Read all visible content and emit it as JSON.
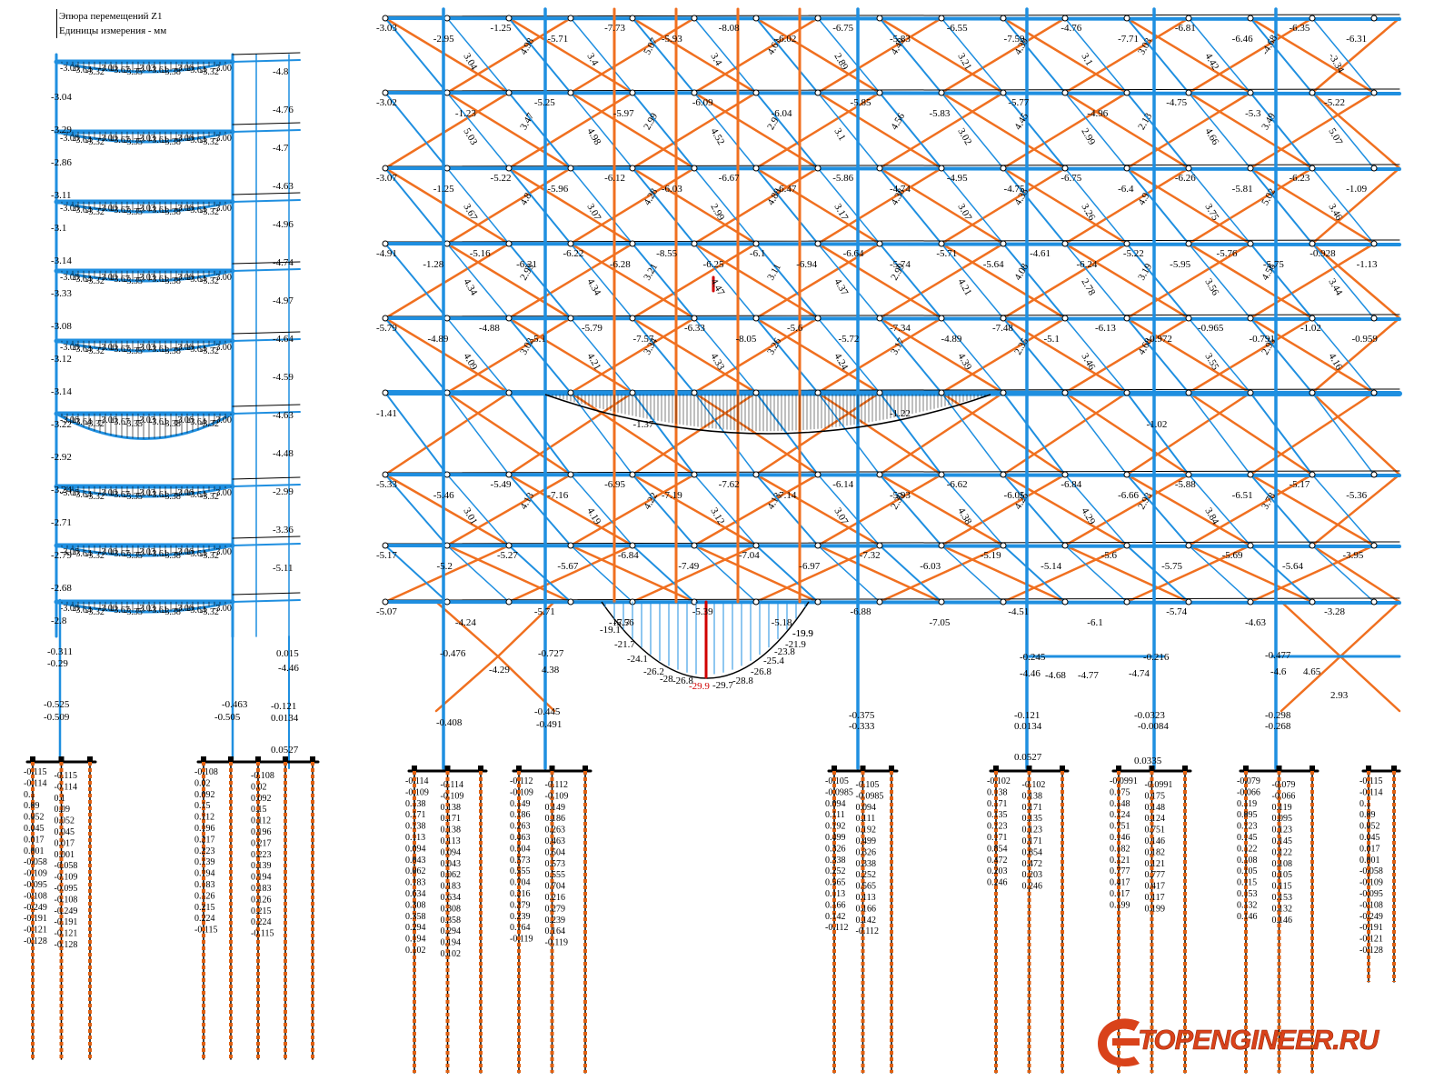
{
  "header": {
    "title": "Эпюра перемещений Z1",
    "units": "Единицы измерения - мм"
  },
  "colors": {
    "beam": "#1f8fe0",
    "brace": "#f07020",
    "pile": "#e06010",
    "highlight": "#d00000",
    "text": "#000000"
  },
  "watermark": {
    "text": "TOPENGINEER.RU"
  },
  "left_frame_labels": [
    "-3.04",
    "-3.29",
    "-2.86",
    "-3.11",
    "-3.1",
    "-3.14",
    "-3.33",
    "-3.08",
    "-3.12",
    "-3.14",
    "-3.22",
    "-2.92",
    "-3.24",
    "-2.71",
    "-2.79",
    "-2.68",
    "-2.8"
  ],
  "left_bottom_labels": [
    "-0.311",
    "-0.29",
    "-0.525",
    "-0.509",
    "-0.463",
    "-0.505",
    "-0.121",
    "0.0134",
    "0.0527",
    "0.015",
    "-4.46"
  ],
  "left_right_labels": [
    "-4.8",
    "-4.76",
    "-4.7",
    "-4.63",
    "-4.96",
    "-4.74",
    "-4.97",
    "-4.64",
    "-4.59",
    "-4.63",
    "-4.48",
    "-2.99",
    "-3.36",
    "-5.11"
  ],
  "top_row_labels": [
    "-3.03",
    "-2.95",
    "-1.25",
    "-5.71",
    "-7.73",
    "-5.93",
    "-8.08",
    "-6.02",
    "-6.75",
    "-5.83",
    "-6.55",
    "-7.59",
    "-4.76",
    "-7.71",
    "-6.81",
    "-6.46",
    "-6.35",
    "-6.31"
  ],
  "row2_labels": [
    "-3.02",
    "-1.23",
    "-5.25",
    "-5.97",
    "-6.09",
    "-6.04",
    "-5.85",
    "-5.83",
    "-5.77",
    "-4.96",
    "-4.75",
    "-5.3",
    "-5.22"
  ],
  "row3_labels": [
    "-3.07",
    "-1.25",
    "-5.22",
    "-5.96",
    "-6.12",
    "-6.03",
    "-6.67",
    "-6.47",
    "-5.86",
    "-4.74",
    "-4.95",
    "-4.75",
    "-6.75",
    "-6.4",
    "-6.26",
    "-5.81",
    "-6.23",
    "-1.09"
  ],
  "row4_labels": [
    "-4.91",
    "-1.28",
    "-5.16",
    "-6.21",
    "-6.22",
    "-6.28",
    "-8.55",
    "-6.25",
    "-6.1",
    "-6.94",
    "-6.64",
    "-5.74",
    "-5.71",
    "-5.64",
    "-4.61",
    "-6.24",
    "-5.22",
    "-5.95",
    "-5.76",
    "-5.75",
    "-0.928",
    "-1.13"
  ],
  "row5_labels": [
    "-5.79",
    "-4.89",
    "-4.88",
    "-5.1",
    "-5.79",
    "-7.57",
    "-6.33",
    "-8.05",
    "-5.6",
    "-5.72",
    "-7.34",
    "-4.89",
    "-7.48",
    "-5.1",
    "-6.13",
    "-0.972",
    "-0.965",
    "-0.791",
    "-1.02",
    "-0.959"
  ],
  "row6_labels": [
    "-1.41",
    "-1.37",
    "-1.22",
    "-1.02"
  ],
  "row7_labels": [
    "-5.33",
    "-5.46",
    "-5.49",
    "-7.16",
    "-6.95",
    "-7.19",
    "-7.62",
    "-7.14",
    "-6.14",
    "-5.93",
    "-6.62",
    "-6.05",
    "-6.84",
    "-6.66",
    "-5.88",
    "-6.51",
    "-5.17",
    "-5.36"
  ],
  "row8_labels": [
    "-5.17",
    "-5.2",
    "-5.27",
    "-5.67",
    "-6.84",
    "-7.49",
    "-7.04",
    "-6.97",
    "-7.32",
    "-6.03",
    "-5.19",
    "-5.14",
    "-5.6",
    "-5.75",
    "-5.69",
    "-5.64",
    "-3.95"
  ],
  "row9_labels": [
    "-5.07",
    "-4.24",
    "-5.71",
    "-5.56",
    "-5.39",
    "-5.18",
    "-6.88",
    "-7.05",
    "-4.51",
    "-6.1",
    "-5.74",
    "-4.63",
    "-3.28"
  ],
  "diagonal_labels": [
    "3.04",
    "4.98",
    "3.4",
    "5.07",
    "3.4",
    "4.61",
    "2.89",
    "4.49",
    "3.21",
    "4.39",
    "3.1",
    "3.03",
    "4.42",
    "-4.68",
    "-3.34",
    "5.03",
    "3.47",
    "4.98",
    "2.99",
    "4.52",
    "2.9",
    "3.1",
    "4.56",
    "3.02",
    "4.45",
    "2.99",
    "2.13",
    "4.66",
    "3.49",
    "5.07",
    "3.67",
    "4.8",
    "3.07",
    "4.28",
    "2.99",
    "4.88",
    "3.17",
    "4.38",
    "3.07",
    "4.35",
    "3.26",
    "4.9",
    "3.75",
    "5.02",
    "3.46",
    "4.34",
    "2.93",
    "4.34",
    "3.21",
    "4.47",
    "3.11",
    "4.37",
    "2.99",
    "4.21",
    "4.08",
    "2.78",
    "3.19",
    "3.56",
    "4.56",
    "3.44",
    "4.09",
    "3.02",
    "4.21",
    "3.34",
    "4.33",
    "3.26",
    "4.24",
    "3.17",
    "4.39",
    "2.35",
    "3.46",
    "4.68",
    "3.55",
    "2.95",
    "4.16",
    "3.01",
    "4.13",
    "4.19",
    "4.22",
    "3.12",
    "4.13",
    "3.07",
    "2.39",
    "4.38",
    "4.25",
    "4.29",
    "2.93",
    "3.84",
    "3.78"
  ],
  "beam_diagram_labels": [
    "-19.9",
    "-21.7",
    "-24.1",
    "-26.2",
    "-28",
    "-29.9",
    "-29.7",
    "-28.8",
    "-26.8",
    "-25.4",
    "-23.8",
    "-21.9",
    "-19.9",
    "-19.1",
    "-17.7",
    "-26.8"
  ],
  "mid_bottom_labels": [
    "-0.476",
    "-0.727",
    "-4.29",
    "4.38",
    "-0.408",
    "-0.445",
    "-0.491",
    "-0.375",
    "-0.333",
    "-0.121",
    "0.0134",
    "0.0527",
    "-0.0323",
    "-0.0084",
    "0.0335",
    "-0.245",
    "-4.46",
    "-4.68",
    "-4.77",
    "-0.216",
    "-4.74",
    "-0.477",
    "-4.6",
    "4.65",
    "2.93",
    "-0.298",
    "-0.268"
  ],
  "pile_value_columns": [
    [
      "-0.115",
      "-0.114",
      "0.1",
      "0.09",
      "0.052",
      "0.045",
      "0.017",
      "0.001",
      "-0.058",
      "-0.109",
      "-0.095",
      "-0.108",
      "-0.249",
      "-0.191",
      "-0.121",
      "-0.128"
    ],
    [
      "-0.108",
      "0.02",
      "0.092",
      "0.15",
      "0.112",
      "0.196",
      "0.217",
      "0.223",
      "0.139",
      "0.194",
      "0.183",
      "0.126",
      "0.215",
      "0.224",
      "-0.115"
    ],
    [
      "-0.114",
      "-0.109",
      "0.138",
      "0.171",
      "0.138",
      "0.113",
      "0.094",
      "0.043",
      "0.062",
      "0.183",
      "0.634",
      "0.308",
      "0.358",
      "0.294",
      "0.194",
      "0.102"
    ],
    [
      "-0.112",
      "-0.109",
      "0.149",
      "0.186",
      "0.263",
      "0.463",
      "0.504",
      "0.573",
      "0.555",
      "0.704",
      "0.216",
      "0.279",
      "0.239",
      "0.164",
      "-0.119"
    ],
    [
      "-0.105",
      "-0.0985",
      "0.094",
      "0.111",
      "0.192",
      "0.499",
      "0.326",
      "0.338",
      "0.252",
      "0.565",
      "0.113",
      "0.166",
      "0.142",
      "-0.112"
    ],
    [
      "-0.102",
      "0.138",
      "0.171",
      "0.135",
      "0.123",
      "0.171",
      "0.854",
      "0.472",
      "0.203",
      "0.246"
    ],
    [
      "-0.0991",
      "0.175",
      "0.148",
      "0.124",
      "0.751",
      "0.146",
      "0.182",
      "0.121",
      "0.777",
      "0.417",
      "0.117",
      "0.199"
    ],
    [
      "-0.079",
      "-0.066",
      "0.119",
      "0.095",
      "0.123",
      "0.145",
      "0.122",
      "0.108",
      "0.105",
      "0.115",
      "0.153",
      "0.132",
      "0.146"
    ]
  ]
}
